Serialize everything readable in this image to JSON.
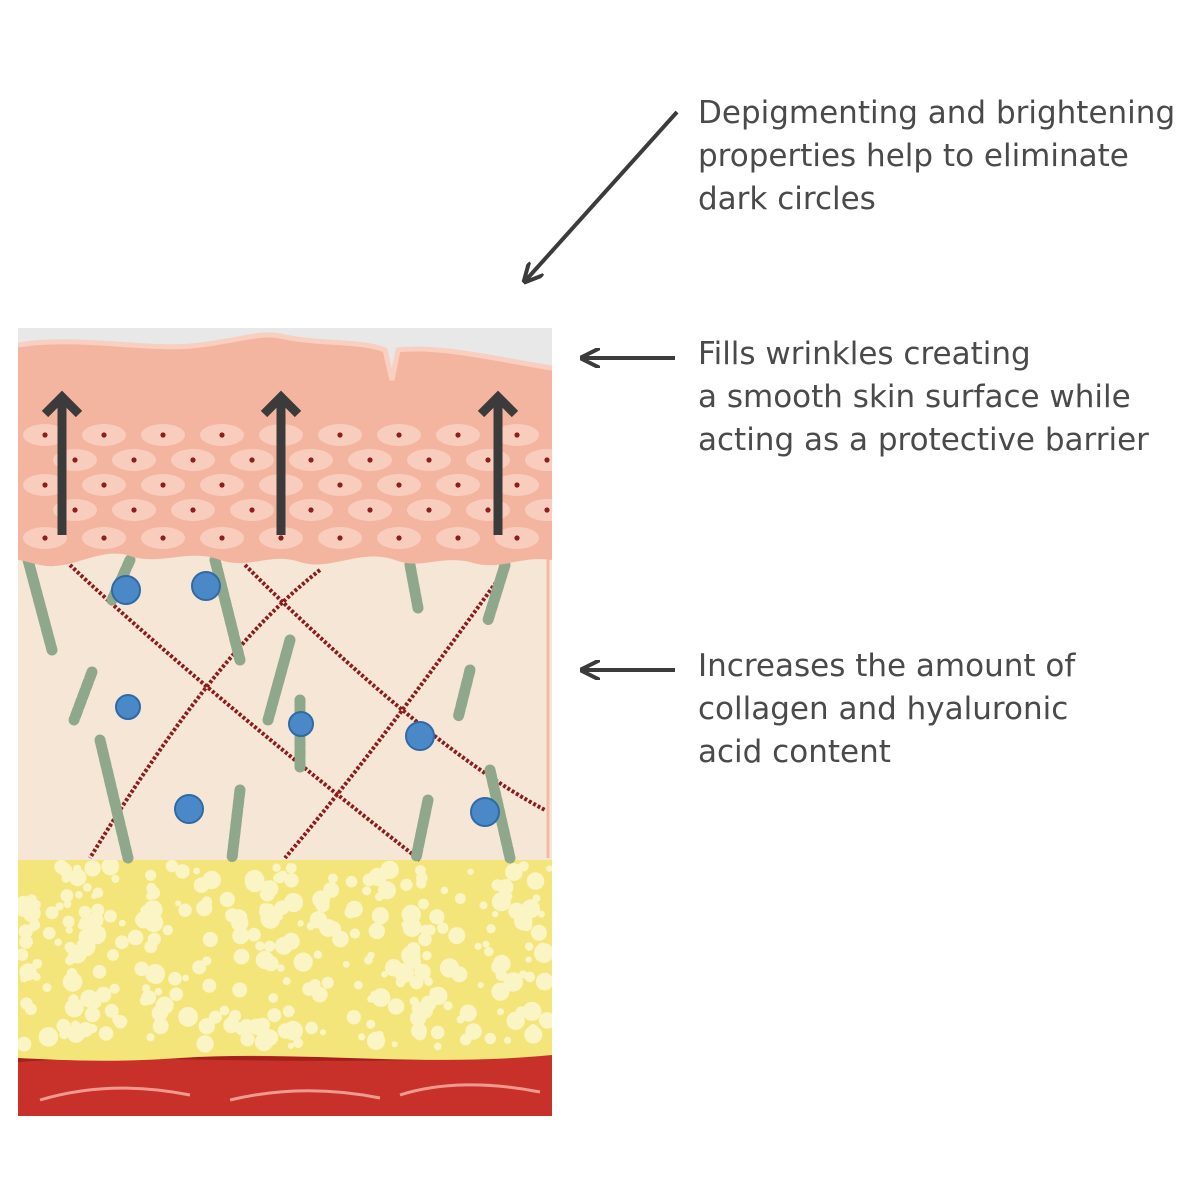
{
  "annotations": {
    "depigmenting": "Depigmenting and brightening\nproperties help to eliminate\ndark circles",
    "fills_wrinkles": "Fills wrinkles creating\na smooth skin surface while\nacting as a protective barrier",
    "collagen": "Increases the amount of\ncollagen and hyaluronic\nacid content"
  },
  "colors": {
    "text": "#4a4a4a",
    "arrow": "#3b3b3b",
    "epidermis": "#f4b5a0",
    "epidermis_cell": "#f9cdbd",
    "cell_nucleus": "#8e1e1e",
    "dermis": "#f6e6d6",
    "collagen_fiber": "#8c1c1c",
    "elastin_fiber": "#8fa88b",
    "hyaluronic_dot": "#4a88c7",
    "hypodermis_fat": "#f3e57a",
    "fat_cell": "#fbf4c4",
    "muscle": "#c8302a",
    "surface_film": "#e8e8e8"
  }
}
